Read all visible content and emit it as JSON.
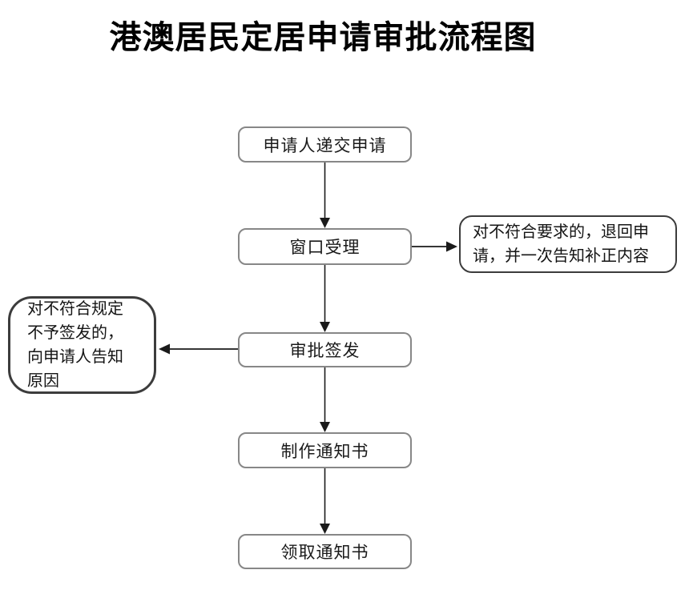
{
  "title": "港澳居民定居申请审批流程图",
  "flow": {
    "nodes": {
      "submit": {
        "label": "申请人递交申请"
      },
      "window": {
        "label": "窗口受理"
      },
      "approve": {
        "label": "审批签发"
      },
      "produce": {
        "label": "制作通知书"
      },
      "collect": {
        "label": "领取通知书"
      },
      "return_note": {
        "label": "对不符合要求的，退回申请，并一次告知补正内容"
      },
      "refuse_note": {
        "label": "对不符合规定不予签发的，向申请人告知原因"
      }
    },
    "edges": [
      {
        "from": "submit",
        "to": "window",
        "direction": "down"
      },
      {
        "from": "window",
        "to": "return_note",
        "direction": "right"
      },
      {
        "from": "window",
        "to": "approve",
        "direction": "down"
      },
      {
        "from": "approve",
        "to": "refuse_note",
        "direction": "left"
      },
      {
        "from": "approve",
        "to": "produce",
        "direction": "down"
      },
      {
        "from": "produce",
        "to": "collect",
        "direction": "down"
      }
    ]
  },
  "colors": {
    "background": "#ffffff",
    "process_border": "#878787",
    "note_border": "#3c3c3c",
    "text": "#1a1a1a",
    "arrow": "#1a1a1a"
  }
}
